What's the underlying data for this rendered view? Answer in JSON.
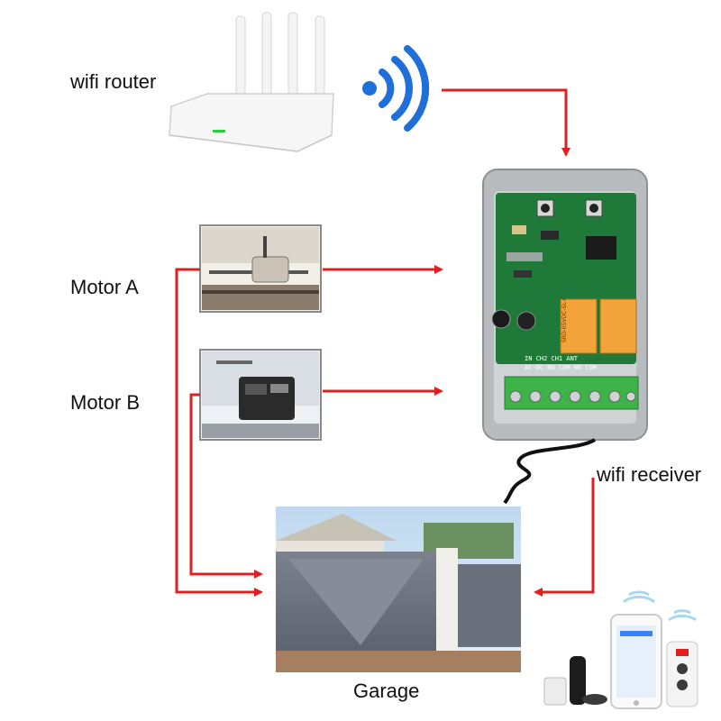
{
  "labels": {
    "router": "wifi router",
    "motor_a": "Motor A",
    "motor_b": "Motor B",
    "receiver": "wifi receiver",
    "garage": "Garage"
  },
  "board_text": {
    "relay_text": "SRD-05VDC-SL-C",
    "terminal_top": "IN  CH2  CH1  ANT",
    "terminal_bottom": "AC-DC NO COM NO COM"
  },
  "colors": {
    "arrow": "#e02020",
    "wifi_signal": "#1e6fd9",
    "pcb": "#1f7a3a",
    "terminal": "#3db34a",
    "relay": "#f2a33a",
    "enclosure": "#b8bcbf",
    "gate": "#6e7480"
  },
  "icons": [
    "wifi-signal-icon",
    "router-icon",
    "receiver-board-icon",
    "garage-gate-icon",
    "smartphone-icon",
    "remote-control-icon",
    "smart-speaker-icon"
  ]
}
